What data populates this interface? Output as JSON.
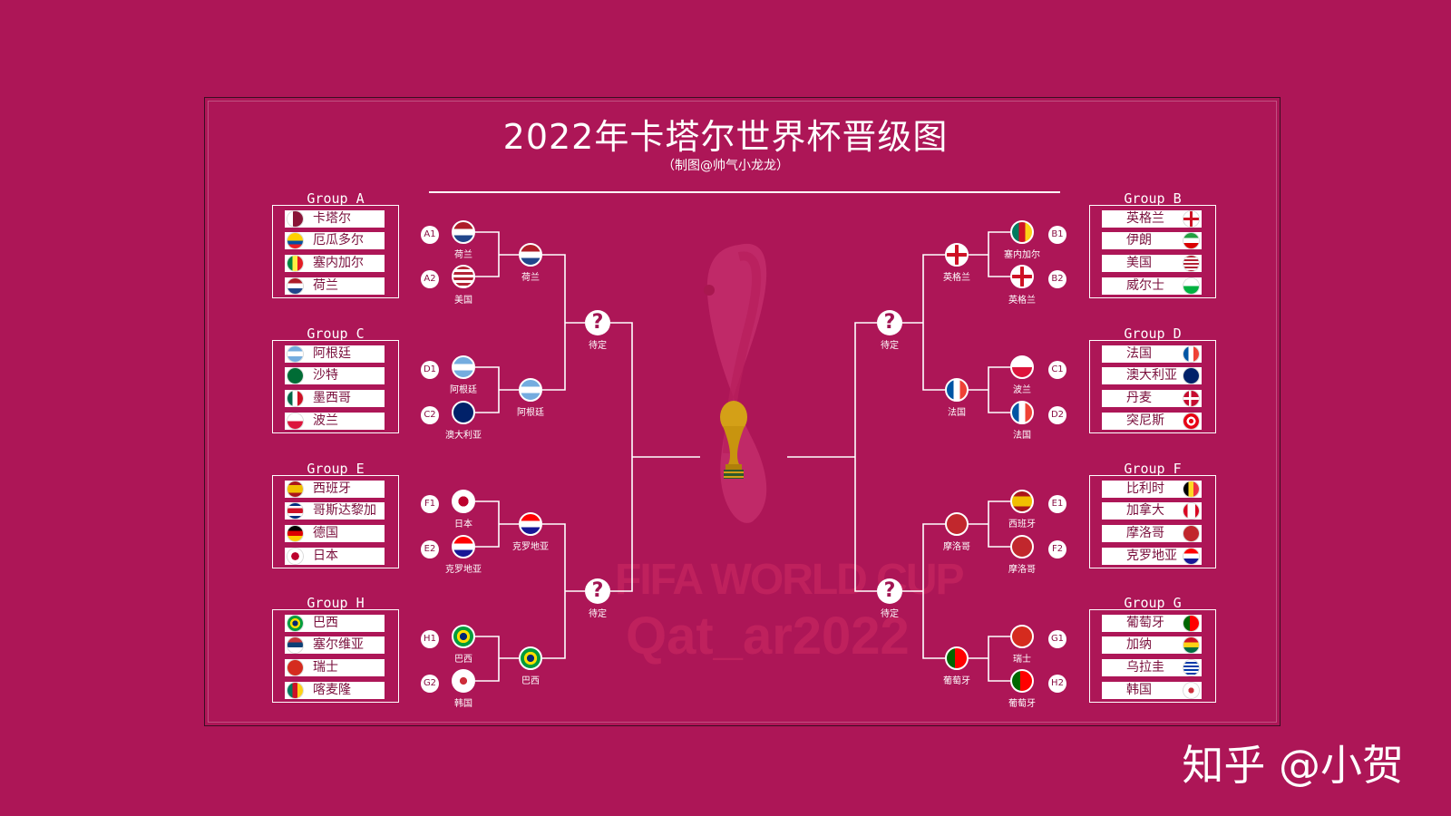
{
  "title": "2022年卡塔尔世界杯晋级图",
  "subtitle": "（制图@帅气小龙龙）",
  "watermark": "知乎 @小贺",
  "emblem_text": {
    "line1": "FIFA WORLD CUP",
    "line2": "Qat_ar2022"
  },
  "colors": {
    "background": "#ad1657",
    "line": "#ffffff",
    "row_text": "#7a0f3c"
  },
  "groups": {
    "A": {
      "label": "Group  A",
      "teams": [
        "卡塔尔",
        "厄瓜多尔",
        "塞内加尔",
        "荷兰"
      ]
    },
    "B": {
      "label": "Group  B",
      "teams": [
        "英格兰",
        "伊朗",
        "美国",
        "威尔士"
      ]
    },
    "C": {
      "label": "Group  C",
      "teams": [
        "阿根廷",
        "沙特",
        "墨西哥",
        "波兰"
      ]
    },
    "D": {
      "label": "Group  D",
      "teams": [
        "法国",
        "澳大利亚",
        "丹麦",
        "突尼斯"
      ]
    },
    "E": {
      "label": "Group  E",
      "teams": [
        "西班牙",
        "哥斯达黎加",
        "德国",
        "日本"
      ]
    },
    "F": {
      "label": "Group  F",
      "teams": [
        "比利时",
        "加拿大",
        "摩洛哥",
        "克罗地亚"
      ]
    },
    "G": {
      "label": "Group  G",
      "teams": [
        "葡萄牙",
        "加纳",
        "乌拉圭",
        "韩国"
      ]
    },
    "H": {
      "label": "Group  H",
      "teams": [
        "巴西",
        "塞尔维亚",
        "瑞士",
        "喀麦隆"
      ]
    }
  },
  "seeds": {
    "A1": "A1",
    "A2": "A2",
    "D1": "D1",
    "C2": "C2",
    "F1": "F1",
    "E2": "E2",
    "H1": "H1",
    "G2": "G2",
    "B1": "B1",
    "B2": "B2",
    "C1": "C1",
    "D2": "D2",
    "E1": "E1",
    "F2": "F2",
    "G1": "G1",
    "H2": "H2"
  },
  "round16": {
    "left": [
      "荷兰",
      "美国",
      "阿根廷",
      "澳大利亚",
      "日本",
      "克罗地亚",
      "巴西",
      "韩国"
    ],
    "right": [
      "塞内加尔",
      "英格兰",
      "波兰",
      "法国",
      "西班牙",
      "摩洛哥",
      "瑞士",
      "葡萄牙"
    ]
  },
  "quarter": {
    "left": [
      "荷兰",
      "阿根廷",
      "克罗地亚",
      "巴西"
    ],
    "right": [
      "英格兰",
      "法国",
      "摩洛哥",
      "葡萄牙"
    ]
  },
  "semi": {
    "mark": "?",
    "label": "待定"
  }
}
